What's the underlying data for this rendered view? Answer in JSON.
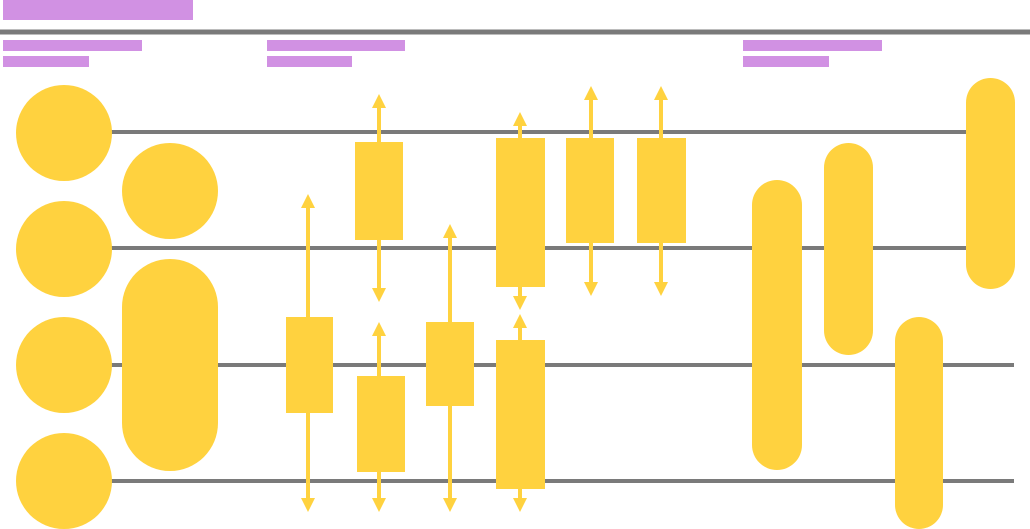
{
  "colors": {
    "placeholder_text": "#d191e3",
    "lines": "#7a7a7a",
    "shapes": "#ffd23f",
    "background": "#ffffff"
  },
  "header": {
    "title_placeholder": "redacted-title-bar"
  },
  "columns": [
    {
      "kind": "circles-and-pill"
    },
    {
      "kind": "boxes-with-arrows"
    },
    {
      "kind": "pills"
    }
  ],
  "lanes": [
    1,
    2,
    3,
    4
  ]
}
